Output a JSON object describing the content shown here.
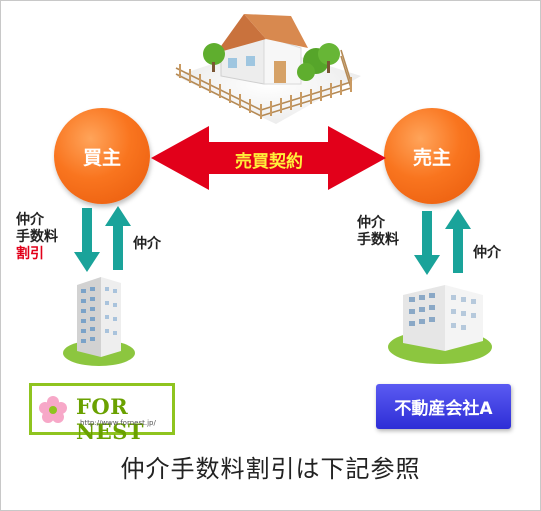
{
  "buyer": {
    "label": "買主"
  },
  "seller": {
    "label": "売主"
  },
  "contract": {
    "label": "売買契約"
  },
  "left_flow": {
    "fee_line1": "仲介",
    "fee_line2": "手数料",
    "discount": "割引",
    "service": "仲介"
  },
  "right_flow": {
    "fee_line1": "仲介",
    "fee_line2": "手数料",
    "service": "仲介"
  },
  "logo": {
    "text": "FOR NEST",
    "url": "http://www.fornest.jp/"
  },
  "company_a": {
    "label": "不動産会社A"
  },
  "caption": "仲介手数料割引は下記参照",
  "colors": {
    "circle": "#f9751f",
    "contract_arrow": "#e2001a",
    "flow_arrow": "#1aa39a",
    "company_box": "#3a3ae0",
    "logo_green": "#8fc41f"
  }
}
